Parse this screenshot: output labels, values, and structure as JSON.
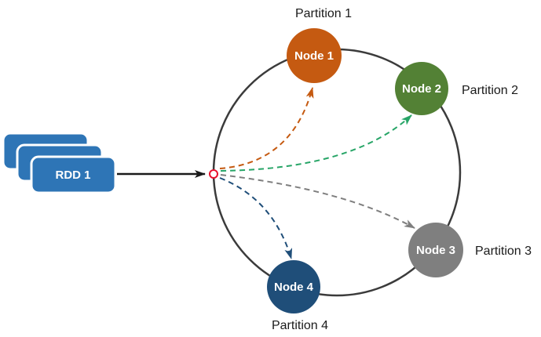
{
  "diagram": {
    "source": {
      "label": "RDD 1",
      "fill": "#2E75B6"
    },
    "flow_arrow_color": "#1A1A1A",
    "ring_color": "#3B3B3B",
    "hub": {
      "stroke": "#E8112D",
      "fill": "#FFFFFF"
    },
    "nodes": [
      {
        "label": "Node 1",
        "partition_label": "Partition 1",
        "fill": "#C55A11",
        "edge_color": "#C55A11"
      },
      {
        "label": "Node 2",
        "partition_label": "Partition 2",
        "fill": "#538135",
        "edge_color": "#27A567"
      },
      {
        "label": "Node 3",
        "partition_label": "Partition 3",
        "fill": "#7F7F7F",
        "edge_color": "#7F7F7F"
      },
      {
        "label": "Node 4",
        "partition_label": "Partition 4",
        "fill": "#1F4E79",
        "edge_color": "#1F4E79"
      }
    ]
  }
}
